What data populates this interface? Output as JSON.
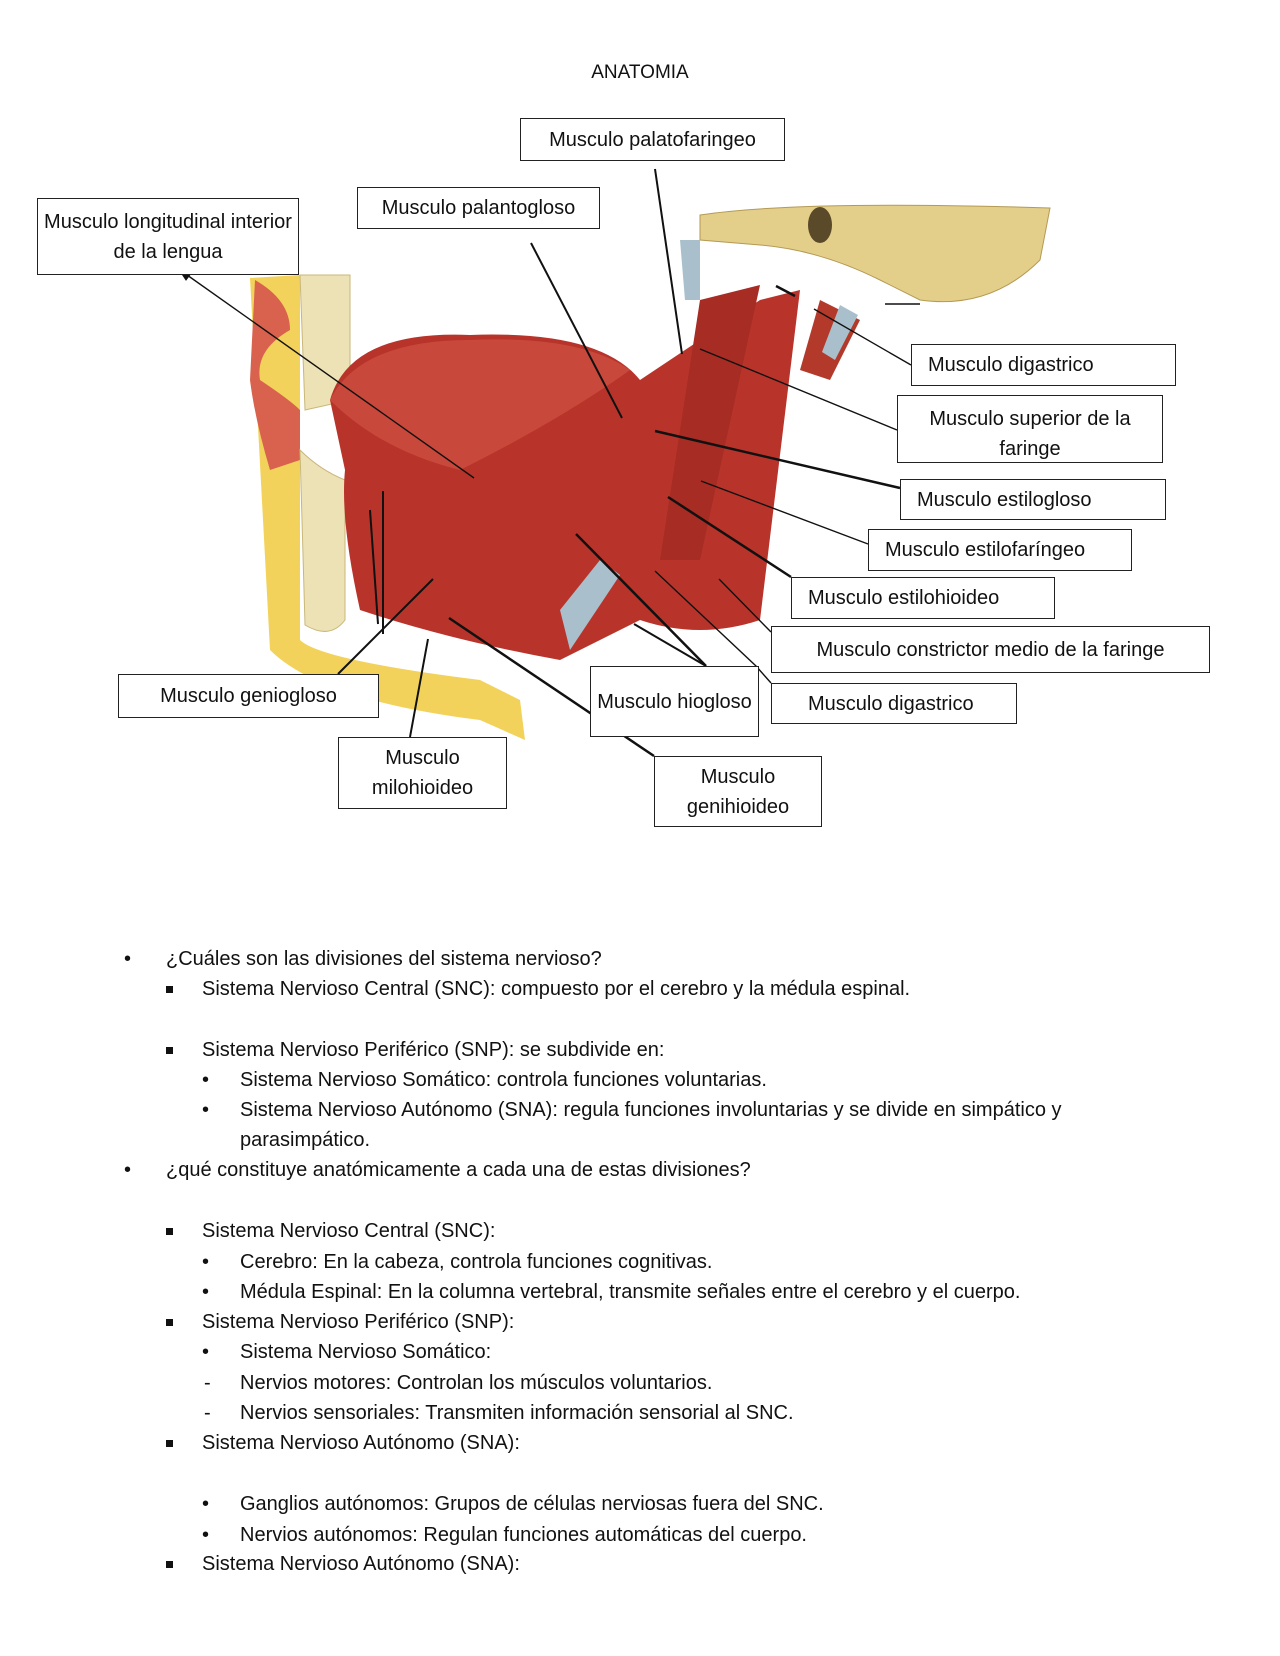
{
  "title": "ANATOMIA",
  "labels": {
    "palatofaringeo": "Musculo palatofaringeo",
    "palantogloso": "Musculo palantogloso",
    "longitudinal": "Musculo longitudinal interior de la lengua",
    "digastrico_top": "Musculo digastrico",
    "superior_faringe": "Musculo superior de la faringe",
    "estilogloso": "Musculo estilogloso",
    "estilofaringeo": "Musculo estilofaríngeo",
    "estilohioideo": "Musculo estilohioideo",
    "constrictor": "Musculo constrictor medio de la faringe",
    "digastrico_bottom": "Musculo digastrico",
    "hiogloso": "Musculo hiogloso",
    "genihioideo": "Musculo genihioideo",
    "milohioideo": "Musculo milohioideo",
    "geniogloso": "Musculo geniogloso"
  },
  "list": [
    "¿Cuáles son las divisiones del sistema nervioso?",
    "Sistema Nervioso Central (SNC): compuesto por el cerebro y la médula espinal.",
    "Sistema Nervioso Periférico (SNP): se subdivide en:",
    "Sistema Nervioso Somático: controla funciones voluntarias.",
    "Sistema Nervioso Autónomo (SNA): regula funciones involuntarias y se divide en simpático y",
    "parasimpático.",
    "¿qué constituye anatómicamente a cada una de estas divisiones?",
    "Sistema Nervioso Central (SNC):",
    "Cerebro: En la cabeza, controla funciones cognitivas.",
    "Médula Espinal: En la columna vertebral, transmite señales entre el cerebro y el cuerpo.",
    "Sistema Nervioso Periférico (SNP):",
    "Sistema Nervioso Somático:",
    "Nervios motores: Controlan los músculos voluntarios.",
    "Nervios sensoriales: Transmiten información sensorial al SNC.",
    "Sistema Nervioso Autónomo (SNA):",
    "Ganglios autónomos: Grupos de células nerviosas fuera del SNC.",
    "Nervios autónomos: Regulan funciones automáticas del cuerpo.",
    "Sistema Nervioso Autónomo (SNA):"
  ],
  "dash": "-"
}
